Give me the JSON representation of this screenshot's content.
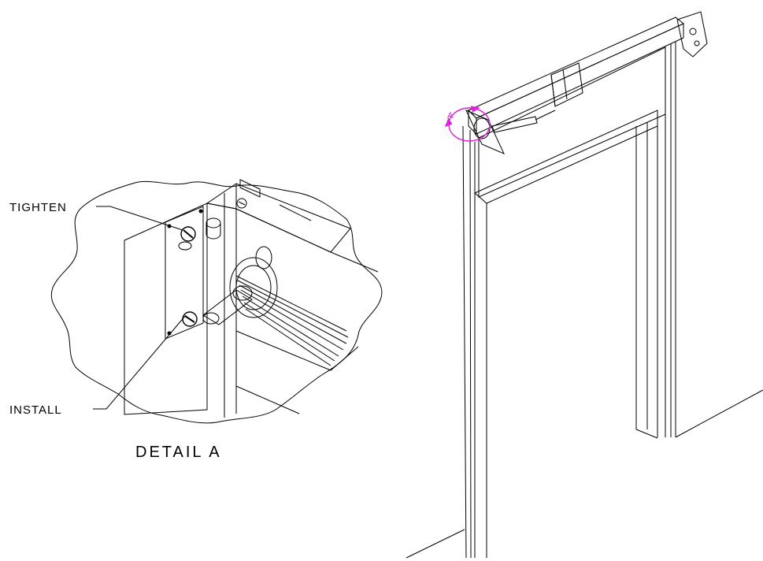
{
  "labels": {
    "tighten": "TIGHTEN",
    "install": "INSTALL",
    "detail_title": "DETAIL A",
    "callout_marker": "A"
  },
  "colors": {
    "line": "#000000",
    "callout": "#e020e0",
    "background": "#ffffff"
  }
}
